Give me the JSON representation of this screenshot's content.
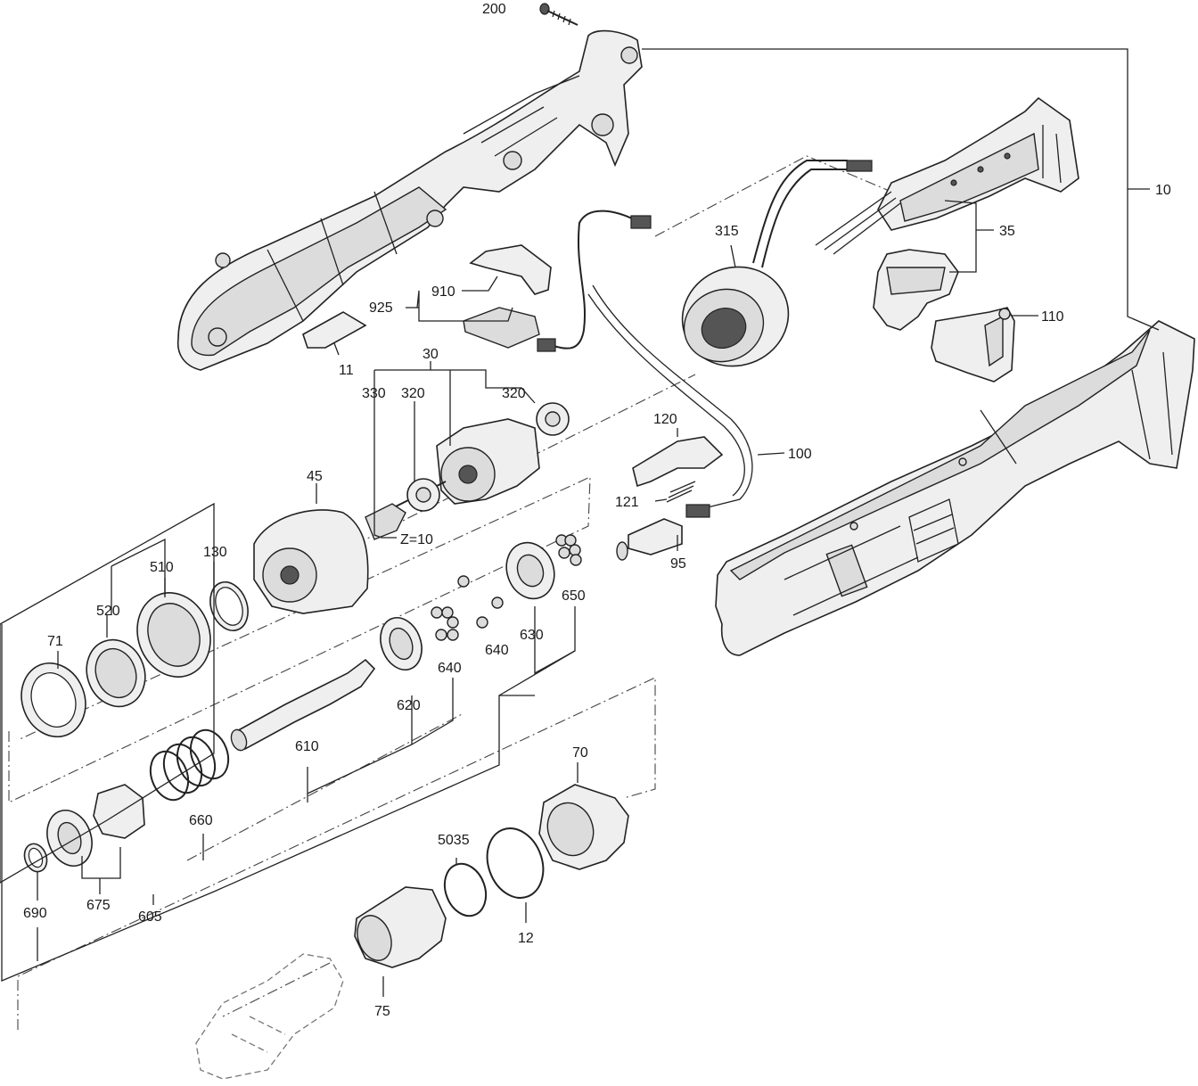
{
  "labels": {
    "l200": "200",
    "l10": "10",
    "l35": "35",
    "l315": "315",
    "l110": "110",
    "l910": "910",
    "l925": "925",
    "l11": "11",
    "l30": "30",
    "l330": "330",
    "l320a": "320",
    "l320b": "320",
    "l120": "120",
    "l100": "100",
    "l121": "121",
    "l95": "95",
    "l45": "45",
    "lz": "Z=10",
    "l130": "130",
    "l510": "510",
    "l520": "520",
    "l71": "71",
    "l650": "650",
    "l630": "630",
    "l640a": "640",
    "l640b": "640",
    "l620": "620",
    "l610": "610",
    "l660": "660",
    "l70": "70",
    "l5035": "5035",
    "l12": "12",
    "l690": "690",
    "l675": "675",
    "l605": "605",
    "l75": "75"
  },
  "icons": [
    "screw-icon",
    "housing-half-icon",
    "housing-shell-icon",
    "motor-stator-icon",
    "rotor-icon",
    "bearing-icon",
    "gear-housing-icon",
    "spindle-icon",
    "spring-icon",
    "ring-icon"
  ]
}
